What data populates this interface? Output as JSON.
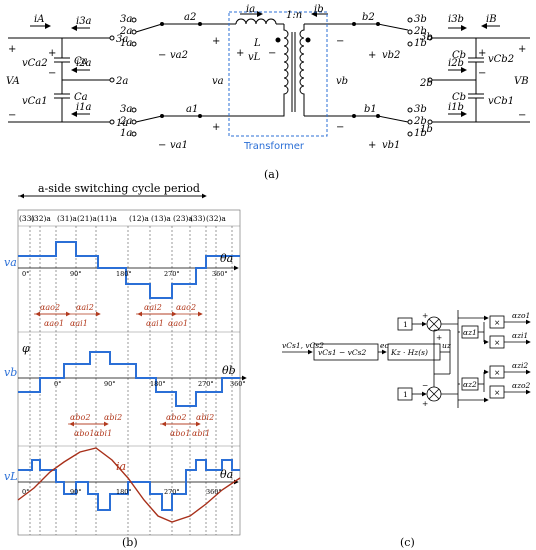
{
  "panel_a": {
    "caption": "(a)",
    "left": {
      "iA": "iA",
      "i3a": "i3a",
      "i2a": "i2a",
      "i1a": "i1a",
      "Ca1": "Ca",
      "Ca2": "Ca",
      "vCa2": "vCa2",
      "vCa1": "vCa1",
      "VA": "VA",
      "n3a": "3a",
      "n2a": "2a",
      "n1a": "1a",
      "plus1": "+",
      "plus2": "+",
      "minus1": "−",
      "minus2": "−"
    },
    "bridge_a": {
      "top": {
        "n3": "3a",
        "n2": "2a",
        "n1": "1a",
        "node": "a2",
        "v": "va2",
        "minus": "−",
        "plus": "+"
      },
      "bottom": {
        "n3": "3a",
        "n2": "2a",
        "n1": "1a",
        "node": "a1",
        "v": "va1",
        "minus": "−",
        "plus": "+"
      },
      "va": "va"
    },
    "transformer": {
      "ia": "ia",
      "ib": "ib",
      "L": "L",
      "ratio": "1:n",
      "vL": "vL",
      "plus": "+",
      "minus": "−",
      "label": "Transformer",
      "label_color": "#2b6fd6"
    },
    "bridge_b": {
      "top": {
        "n3": "3b",
        "n2": "2b",
        "n1": "1b",
        "node": "b2",
        "v": "vb2",
        "minus": "−",
        "plus": "+"
      },
      "bottom": {
        "n3": "3b",
        "n2": "2b",
        "n1": "1b",
        "node": "b1",
        "v": "vb1",
        "minus": "−",
        "plus": "+"
      },
      "vb": "vb"
    },
    "right": {
      "iB": "iB",
      "i3b": "i3b",
      "i2b": "i2b",
      "i1b": "i1b",
      "Cb1": "Cb",
      "Cb2": "Cb",
      "vCb2": "vCb2",
      "vCb1": "vCb1",
      "VB": "VB",
      "n3b": "3b",
      "n2b": "2b",
      "n1b": "1b",
      "plus1": "+",
      "plus2": "+",
      "minus1": "−",
      "minus2": "−"
    }
  },
  "panel_b": {
    "caption": "(b)",
    "period_label": "a-side switching cycle period",
    "states": [
      "(33)",
      "(32)a",
      "(31)a",
      "(21)a",
      "(11)a",
      "(12)a",
      "(13)a",
      "(23)a",
      "(33)",
      "(32)a"
    ],
    "va": {
      "label": "va",
      "theta": "θa",
      "ticks": [
        "0°",
        "90°",
        "180°",
        "270°",
        "360°"
      ]
    },
    "vb": {
      "label": "vb",
      "theta": "θb",
      "phi": "φ",
      "ticks": [
        "0°",
        "90°",
        "180°",
        "270°",
        "360°"
      ]
    },
    "vL": {
      "label": "vL",
      "ia": "ia",
      "theta": "θa",
      "ticks": [
        "0°",
        "90°",
        "180°",
        "270°",
        "360°"
      ]
    },
    "alpha_a": [
      "αao2",
      "αai2",
      "αai2",
      "αao2",
      "αao1",
      "αai1",
      "αai1",
      "αao1"
    ],
    "alpha_b": [
      "αbo2",
      "αbi2",
      "αbo2",
      "αbi2",
      "αbo1",
      "αbi1",
      "αbo1",
      "αbi1"
    ],
    "colors": {
      "wave": "#2b6fd6",
      "angles": "#b23a1e",
      "current": "#a8301a"
    }
  },
  "panel_c": {
    "caption": "(c)",
    "inputs": "vCs1, vCs2",
    "diff": "vCs1 − vCs2",
    "error": "ec",
    "controller": "Kz · Hz(s)",
    "output_u": "uz",
    "one_top": "1",
    "one_bottom": "1",
    "sum_plus1": "+",
    "sum_plus2": "+",
    "sum_minus": "−",
    "sum_plus3": "+",
    "gains": [
      "αz1",
      "αz2"
    ],
    "outputs": [
      "αzo1",
      "αzi1",
      "αzi2",
      "αzo2"
    ],
    "mult": "×"
  }
}
